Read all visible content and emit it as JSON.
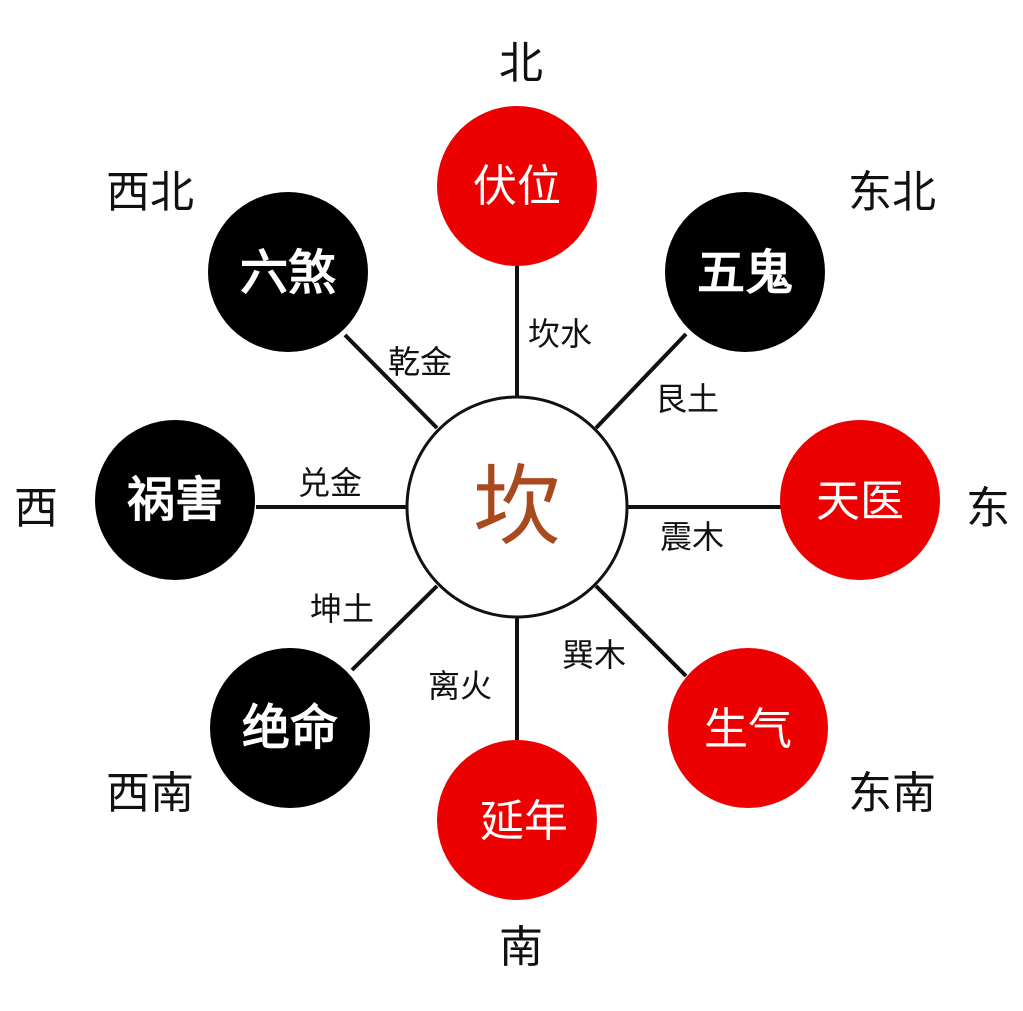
{
  "center": {
    "label": "坎",
    "text_color": "#a84a1e"
  },
  "colors": {
    "red": "#ec0000",
    "black": "#000000",
    "line": "#111111"
  },
  "nodes": [
    {
      "id": "north",
      "direction": "北",
      "star": "伏位",
      "trigram": "坎水",
      "fill": "red"
    },
    {
      "id": "northeast",
      "direction": "东北",
      "star": "五鬼",
      "trigram": "艮土",
      "fill": "black"
    },
    {
      "id": "east",
      "direction": "东",
      "star": "天医",
      "trigram": "震木",
      "fill": "red"
    },
    {
      "id": "southeast",
      "direction": "东南",
      "star": "生气",
      "trigram": "巽木",
      "fill": "red"
    },
    {
      "id": "south",
      "direction": "南",
      "star": "延年",
      "trigram": "离火",
      "fill": "red"
    },
    {
      "id": "southwest",
      "direction": "西南",
      "star": "绝命",
      "trigram": "坤土",
      "fill": "black"
    },
    {
      "id": "west",
      "direction": "西",
      "star": "祸害",
      "trigram": "兑金",
      "fill": "black"
    },
    {
      "id": "northwest",
      "direction": "西北",
      "star": "六煞",
      "trigram": "乾金",
      "fill": "black"
    }
  ]
}
